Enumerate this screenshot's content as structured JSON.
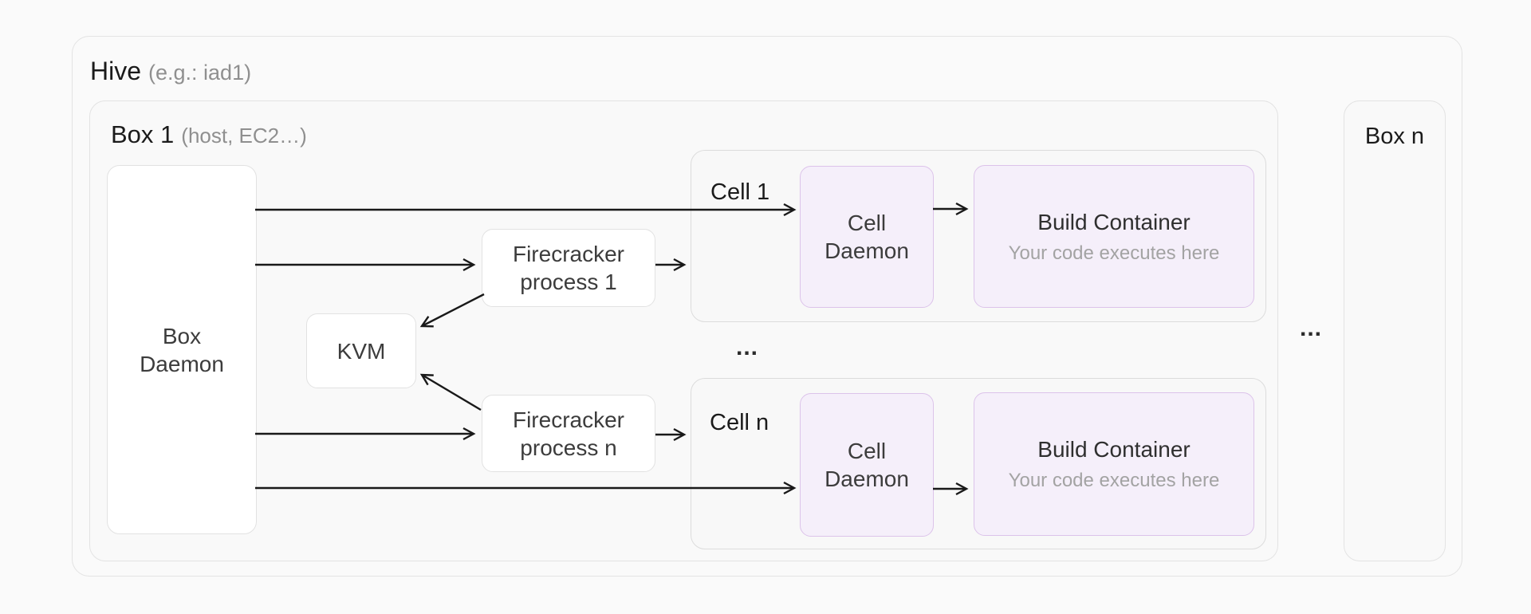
{
  "hive": {
    "title": "Hive",
    "subtitle": "(e.g.: iad1)"
  },
  "box_1": {
    "title": "Box 1",
    "subtitle": "(host, EC2…)"
  },
  "box_n": {
    "title": "Box n"
  },
  "box_daemon": {
    "line1": "Box",
    "line2": "Daemon"
  },
  "kvm": {
    "label": "KVM"
  },
  "firecracker_1": {
    "line1": "Firecracker",
    "line2": "process 1"
  },
  "firecracker_n": {
    "line1": "Firecracker",
    "line2": "process n"
  },
  "cell_1": {
    "title": "Cell 1",
    "daemon": {
      "line1": "Cell",
      "line2": "Daemon"
    },
    "build": {
      "title": "Build Container",
      "subtitle": "Your code executes here"
    }
  },
  "cell_n": {
    "title": "Cell n",
    "daemon": {
      "line1": "Cell",
      "line2": "Daemon"
    },
    "build": {
      "title": "Build Container",
      "subtitle": "Your code executes here"
    }
  },
  "ellipsis_between_cells": "...",
  "ellipsis_between_boxes": "...",
  "colors": {
    "page_bg": "#fafafa",
    "container_border": "#e3e3e3",
    "node_bg": "#ffffff",
    "accent_fill": "#f5effa",
    "accent_border": "#dcc3ea",
    "arrow": "#191919",
    "muted_text": "#8f8f8f"
  }
}
